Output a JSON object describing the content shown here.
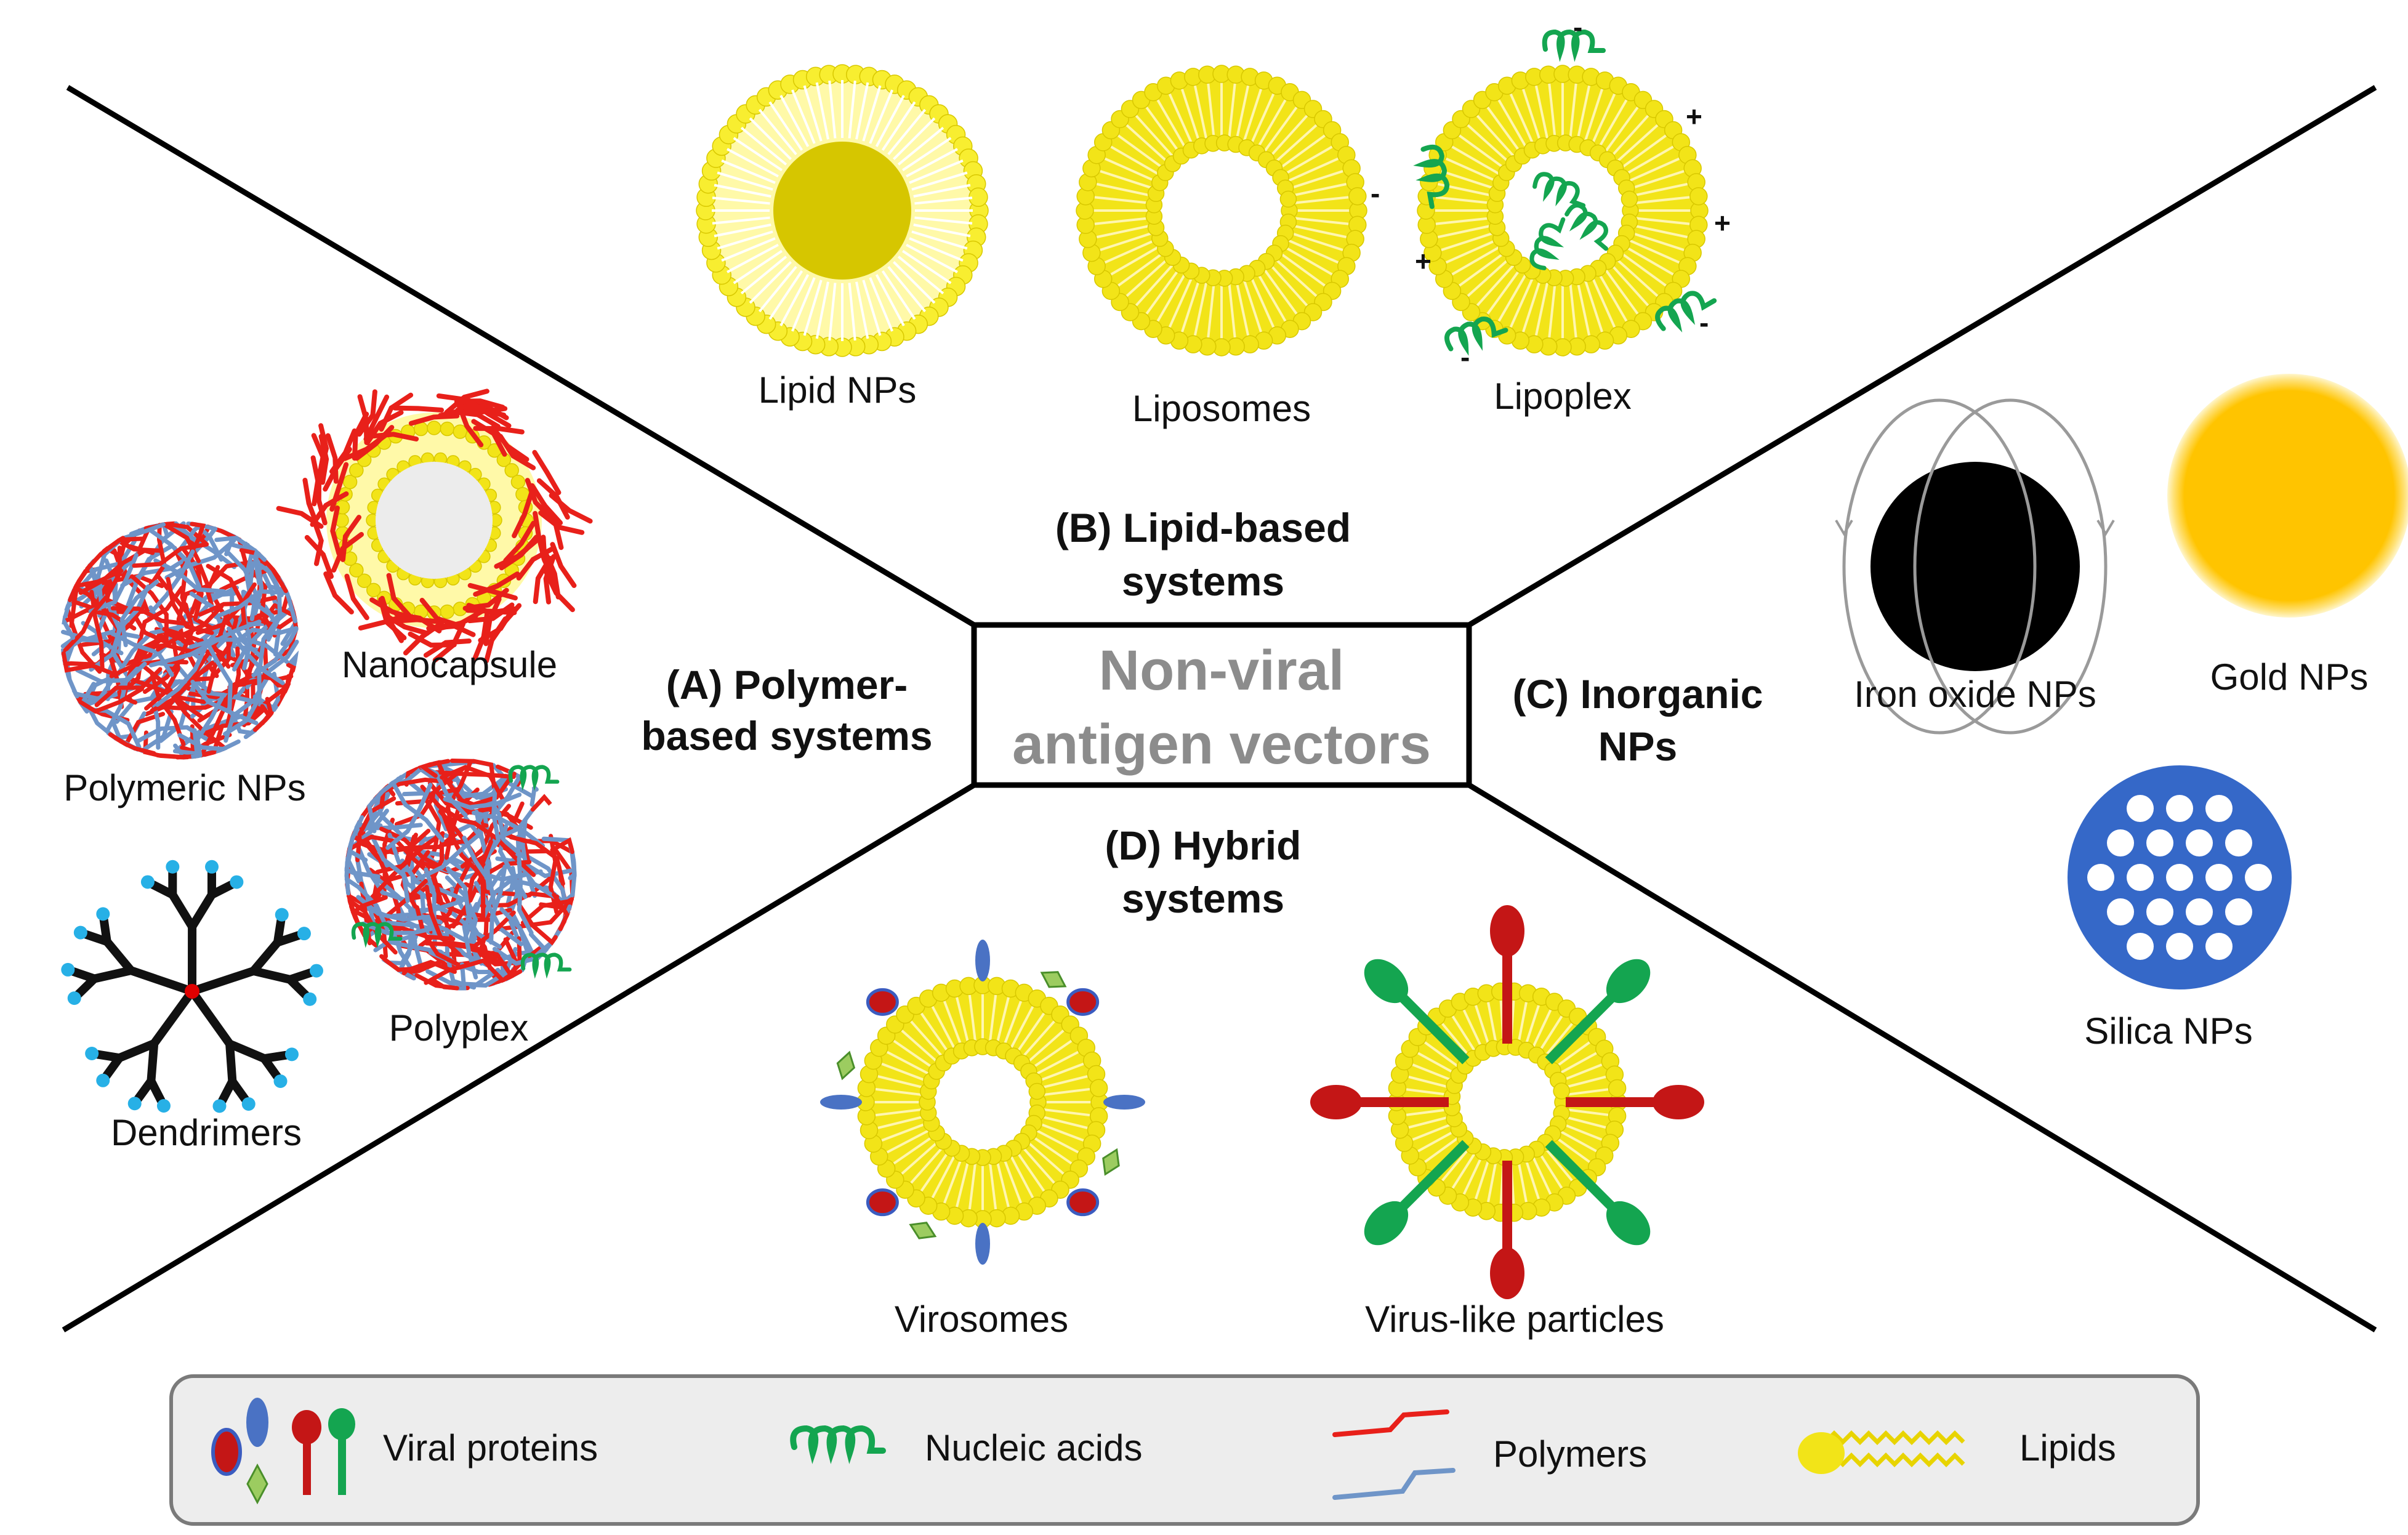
{
  "center": {
    "line1": "Non-viral",
    "line2": "antigen vectors"
  },
  "sections": {
    "a": {
      "line1": "(A) Polymer-",
      "line2": "based systems"
    },
    "b": {
      "line1": "(B) Lipid-based",
      "line2": "systems"
    },
    "c": {
      "line1": "(C) Inorganic",
      "line2": "NPs"
    },
    "d": {
      "line1": "(D) Hybrid",
      "line2": "systems"
    }
  },
  "items": {
    "lipid_nps": "Lipid NPs",
    "liposomes": "Liposomes",
    "lipoplex": "Lipoplex",
    "nanocapsule": "Nanocapsule",
    "polymeric_nps": "Polymeric NPs",
    "polyplex": "Polyplex",
    "dendrimers": "Dendrimers",
    "iron_oxide_nps": "Iron oxide NPs",
    "gold_nps": "Gold NPs",
    "silica_nps": "Silica NPs",
    "virosomes": "Virosomes",
    "vlps": "Virus-like particles"
  },
  "charges": {
    "plus": "+",
    "minus": "-"
  },
  "legend": {
    "viral_proteins": "Viral proteins",
    "nucleic_acids": "Nucleic acids",
    "polymers": "Polymers",
    "lipids": "Lipids"
  },
  "colors": {
    "lipid_yellow": "#f0e020",
    "lipid_tail": "#fff6b0",
    "gold": "#ffc400",
    "polymer_red": "#e8201a",
    "polymer_blue": "#6f95c8",
    "nucleic_green": "#14a550",
    "protein_blue": "#4a72c4",
    "protein_red": "#c41616",
    "protein_green_diamond": "#9ccc60",
    "silica_blue": "#3568c8",
    "dendrimer_tip": "#27b0e6",
    "center_text": "#8c8c8c"
  }
}
